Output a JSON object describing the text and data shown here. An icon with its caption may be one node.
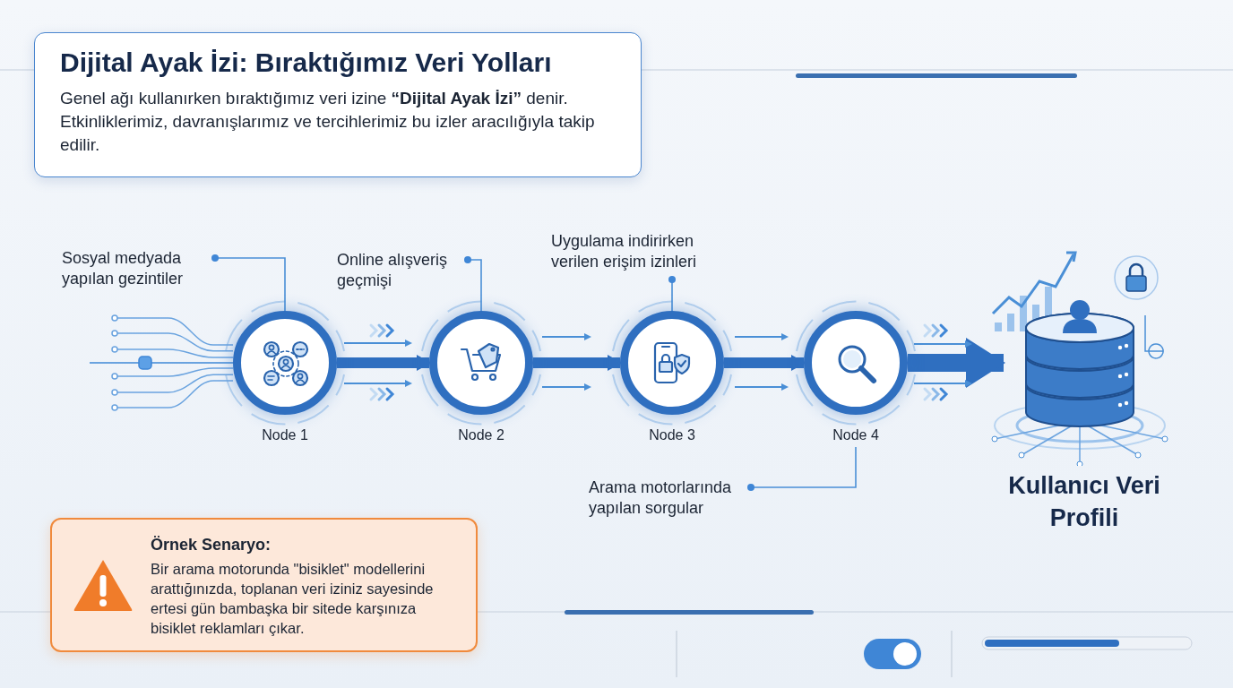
{
  "diagram": {
    "nodes": [
      {
        "text": [
          "Dijital Ayak İzi: Bıraktığımız Veri Yolları",
          "Genel ağı kullanırken bıraktığımız veri izine **“Dijital Ayak İzi”** denir. Etkinliklerimiz, davranışlarımız ve tercihlerimiz bu izler aracılığıyla takip edilir."
        ]
      },
      {
        "text": [
          "Sosyal medyada yapılan gezintiler"
        ]
      },
      {
        "text": [
          "Node 1"
        ]
      },
      {
        "text": [
          "Online alışveriş geçmişi"
        ]
      },
      {
        "text": [
          "Node 2"
        ]
      },
      {
        "text": [
          "Uygulama indirirken verilen erişim izinleri"
        ]
      },
      {
        "text": [
          "Node 3"
        ]
      },
      {
        "text": [
          "Node 4"
        ]
      },
      {
        "text": [
          "Arama motorlarında yapılan sorgular"
        ]
      },
      {
        "text": [
          "Kullanıcı Veri Profili"
        ]
      },
      {
        "text": [
          "Örnek Senaryo:",
          "Bir arama motorunda \"bisiklet\" modellerini arattığınızda, toplanan veri iziniz sayesinde ertesi gün bambaşka bir sitede karşınıza bisiklet reklamları çıkar."
        ]
      }
    ],
    "edges": [
      {
        "from": 2,
        "to": 4,
        "arrow": "to",
        "style": "thick"
      },
      {
        "from": 4,
        "to": 6,
        "arrow": "to",
        "style": "thick"
      },
      {
        "from": 6,
        "to": 7,
        "arrow": "to",
        "style": "thick"
      },
      {
        "from": 7,
        "to": 9,
        "arrow": "to",
        "style": "thick"
      },
      {
        "from": 1,
        "to": 2,
        "arrow": "other"
      },
      {
        "from": 3,
        "to": 4,
        "arrow": "other"
      },
      {
        "from": 5,
        "to": 6,
        "arrow": "other"
      },
      {
        "from": 8,
        "to": 7,
        "arrow": "other"
      }
    ]
  }
}
